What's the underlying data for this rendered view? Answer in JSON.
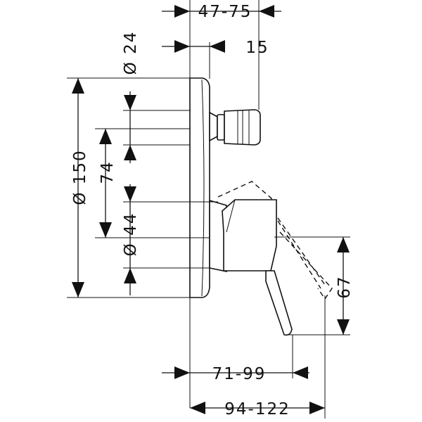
{
  "dimensions": {
    "top_depth": "47-75",
    "outlet_depth": "15",
    "outlet_diameter": "Ø 24",
    "plate_diameter": "Ø 150",
    "center_spacing": "74",
    "cartridge_diameter": "Ø 44",
    "lever_drop": "67",
    "handle_projection": "71-99",
    "overall_depth": "94-122"
  }
}
